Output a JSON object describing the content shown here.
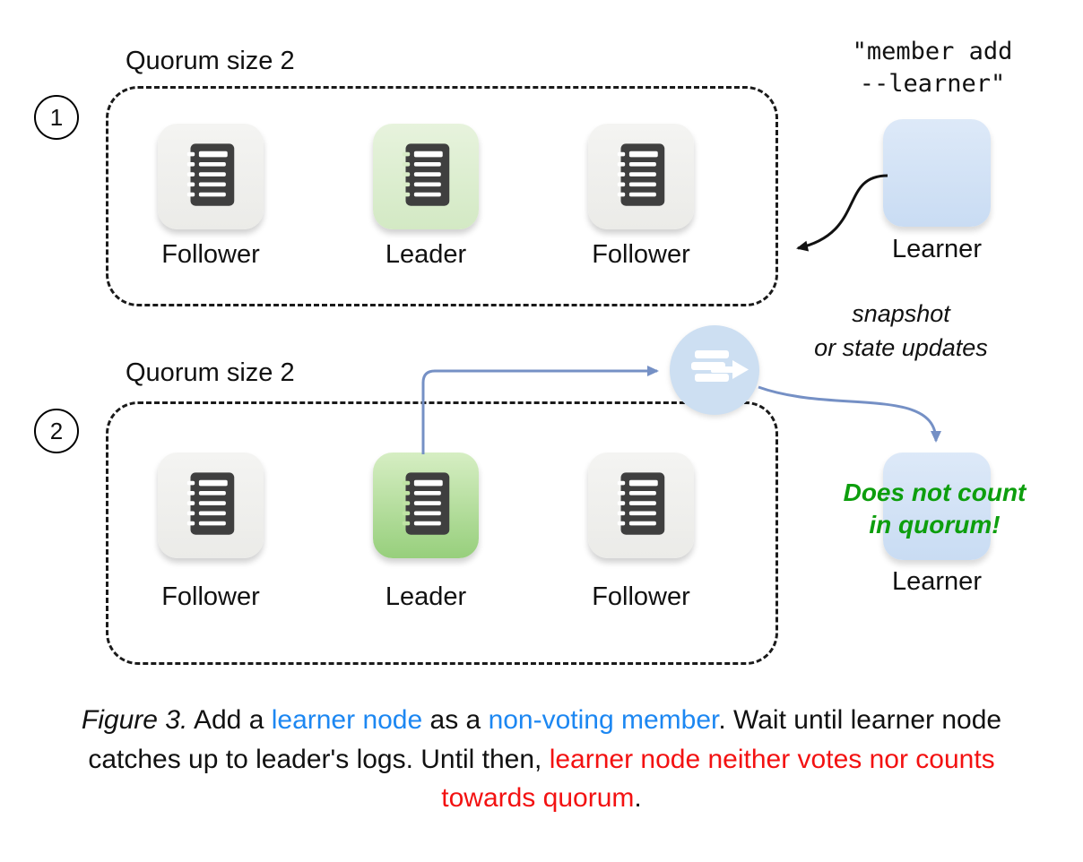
{
  "colors": {
    "link_blue": "#1c87f2",
    "alert_red": "#f31111",
    "note_green": "#0d9e0d",
    "arrow_blue": "#7590c5",
    "arrow_black": "#111111",
    "learner_fill": "#d4e3f6",
    "follower_tile": "#f1f1ef",
    "leader_tile_step1": "#dcedd0",
    "leader_tile_step2": "#a9d98c",
    "snapshot_circle_fill": "#cddff2"
  },
  "step1": {
    "number": "1",
    "quorum_label": "Quorum size 2",
    "nodes": [
      {
        "label": "Follower",
        "role": "follower"
      },
      {
        "label": "Leader",
        "role": "leader"
      },
      {
        "label": "Follower",
        "role": "follower"
      }
    ],
    "command_line1": "\"member add",
    "command_line2": "--learner\"",
    "learner_label": "Learner"
  },
  "step2": {
    "number": "2",
    "quorum_label": "Quorum size 2",
    "nodes": [
      {
        "label": "Follower",
        "role": "follower"
      },
      {
        "label": "Leader",
        "role": "leader"
      },
      {
        "label": "Follower",
        "role": "follower"
      }
    ],
    "annotation_line1": "snapshot",
    "annotation_line2": "or state updates",
    "note_line1": "Does not count",
    "note_line2": "in quorum!",
    "learner_label": "Learner"
  },
  "caption": {
    "segments": [
      {
        "text": "Figure 3.",
        "style": "italic"
      },
      {
        "text": " Add a ",
        "style": "normal"
      },
      {
        "text": "learner node",
        "style": "blue"
      },
      {
        "text": " as a ",
        "style": "normal"
      },
      {
        "text": "non-voting member",
        "style": "blue"
      },
      {
        "text": ". Wait until learner node catches up to leader's logs. Until then, ",
        "style": "normal"
      },
      {
        "text": "learner node neither votes nor counts towards quorum",
        "style": "red"
      },
      {
        "text": ".",
        "style": "normal"
      }
    ]
  }
}
